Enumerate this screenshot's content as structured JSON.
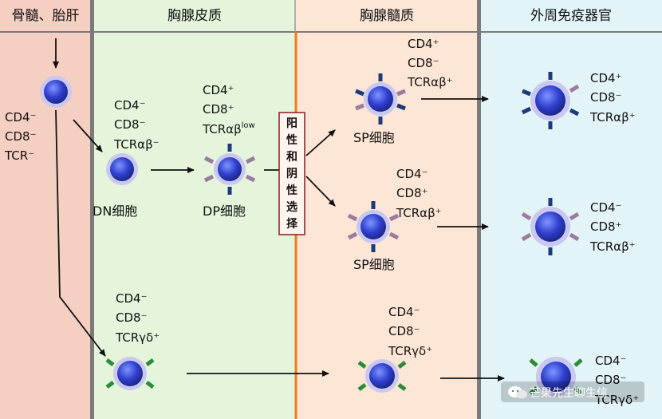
{
  "columns": [
    {
      "title": "骨髓、胎肝",
      "bg": "#f6cfc3"
    },
    {
      "title": "胸腺皮质",
      "bg": "#e4f5dc"
    },
    {
      "title": "胸腺髓质",
      "bg": "#fde6d6"
    },
    {
      "title": "外周免疫器官",
      "bg": "#e2f4f8"
    }
  ],
  "labels": {
    "bm": [
      "CD4⁻",
      "CD8⁻",
      "TCR⁻"
    ],
    "dn": [
      "CD4⁻",
      "CD8⁻",
      "TCRαβ⁻"
    ],
    "dp": [
      "CD4⁺",
      "CD8⁺",
      "TCRαβ"
    ],
    "dp_low": "low",
    "sp_cd4": [
      "CD4⁺",
      "CD8⁻",
      "TCRαβ⁺"
    ],
    "sp_cd8": [
      "CD4⁻",
      "CD8⁺",
      "TCRαβ⁺"
    ],
    "gd_cortex": [
      "CD4⁻",
      "CD8⁻",
      "TCRγδ⁺"
    ],
    "gd_medulla": [
      "CD4⁻",
      "CD8⁻",
      "TCRγδ⁺"
    ],
    "per_cd4": [
      "CD4⁺",
      "CD8⁻",
      "TCRαβ⁺"
    ],
    "per_cd8": [
      "CD4⁻",
      "CD8⁺",
      "TCRαβ⁺"
    ],
    "per_gd": [
      "CD4⁻",
      "CD8⁻",
      "TCRγδ⁺"
    ]
  },
  "cell_names": {
    "dn": "DN细胞",
    "dp": "DP细胞",
    "sp_top": "SP细胞",
    "sp_bottom": "SP细胞"
  },
  "selection_chars": [
    "阳",
    "性",
    "和",
    "阴",
    "性",
    "选",
    "择"
  ],
  "watermark": "芒果先生聊生信",
  "colors": {
    "cell_core": "#2f3fcf",
    "cell_ring": "#b7b6ea",
    "divider": "#7a7a7a",
    "cortex_medulla_line": "#f07a1e",
    "selection_border": "#8b1a1a",
    "tcr_green": "#2e8b3a",
    "tcr_blue": "#1f3a7a",
    "tcr_pink": "#9a7c9c"
  }
}
